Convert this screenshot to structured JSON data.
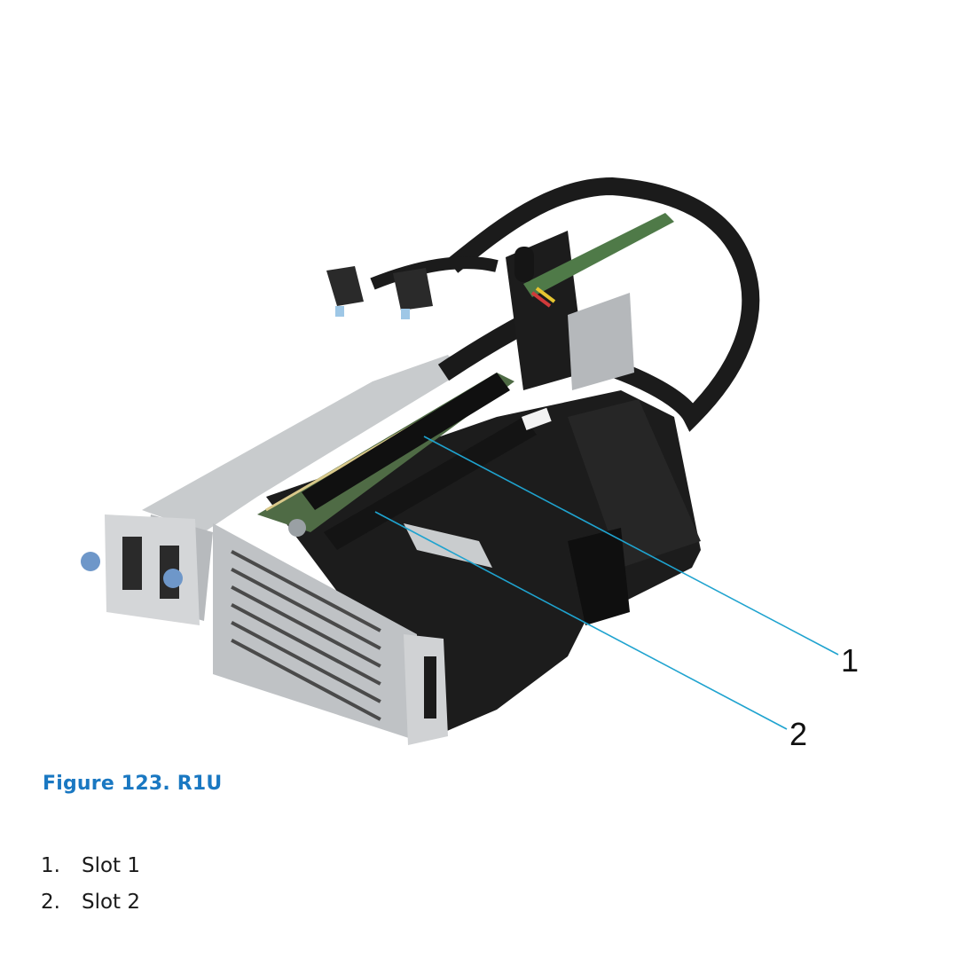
{
  "figure": {
    "caption": "Figure 123. R1U",
    "image_description": "R1U riser assembly with cables, two PCIe slots and a metal bracket",
    "callout_color": "#1fa3cf",
    "callouts": [
      {
        "number": "1",
        "label": "Slot 1"
      },
      {
        "number": "2",
        "label": "Slot 2"
      }
    ]
  },
  "legend": {
    "items": [
      {
        "number": "1.",
        "label": "Slot 1"
      },
      {
        "number": "2.",
        "label": "Slot 2"
      }
    ]
  }
}
